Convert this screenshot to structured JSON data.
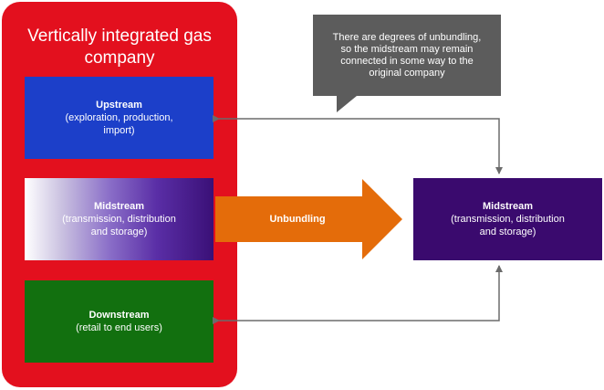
{
  "company": {
    "title": "Vertically integrated gas company"
  },
  "upstream": {
    "title": "Upstream",
    "detail": "(exploration, production, import)"
  },
  "midstream_left": {
    "title": "Midstream",
    "detail": "(transmission, distribution and storage)"
  },
  "downstream": {
    "title": "Downstream",
    "detail": "(retail to end users)"
  },
  "unbundling": {
    "label": "Unbundling",
    "color": "#e46c0a"
  },
  "midstream_right": {
    "title": "Midstream",
    "detail": "(transmission, distribution and storage)"
  },
  "callout": {
    "text": "There are degrees of unbundling, so the midstream may remain connected in some way to the original company"
  },
  "colors": {
    "company": "#e3101e",
    "upstream": "#1c3fc9",
    "midstream": "#3a0a6e",
    "downstream": "#12700f",
    "callout": "#5c5c5c",
    "connector": "#6b6b6b"
  }
}
